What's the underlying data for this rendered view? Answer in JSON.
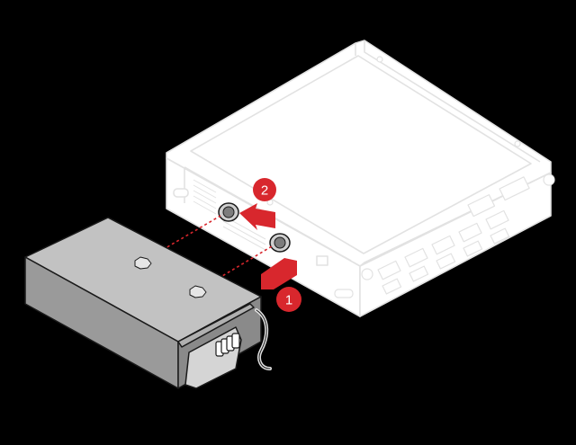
{
  "diagram": {
    "callouts": [
      {
        "label": "1"
      },
      {
        "label": "2"
      }
    ],
    "colors": {
      "background": "#000000",
      "chassis_outline": "#e4e4e4",
      "chassis_fill": "#ffffff",
      "adapter_body": "#9a9a9a",
      "adapter_top": "#bdbdbd",
      "adapter_outline": "#1a1a1a",
      "arrow": "#d8272d",
      "callout_fill": "#d8272d",
      "guide_line": "#d8272d"
    },
    "icons": [
      "computer-chassis",
      "power-adapter",
      "thumbscrew",
      "arrow",
      "callout-circle"
    ]
  }
}
